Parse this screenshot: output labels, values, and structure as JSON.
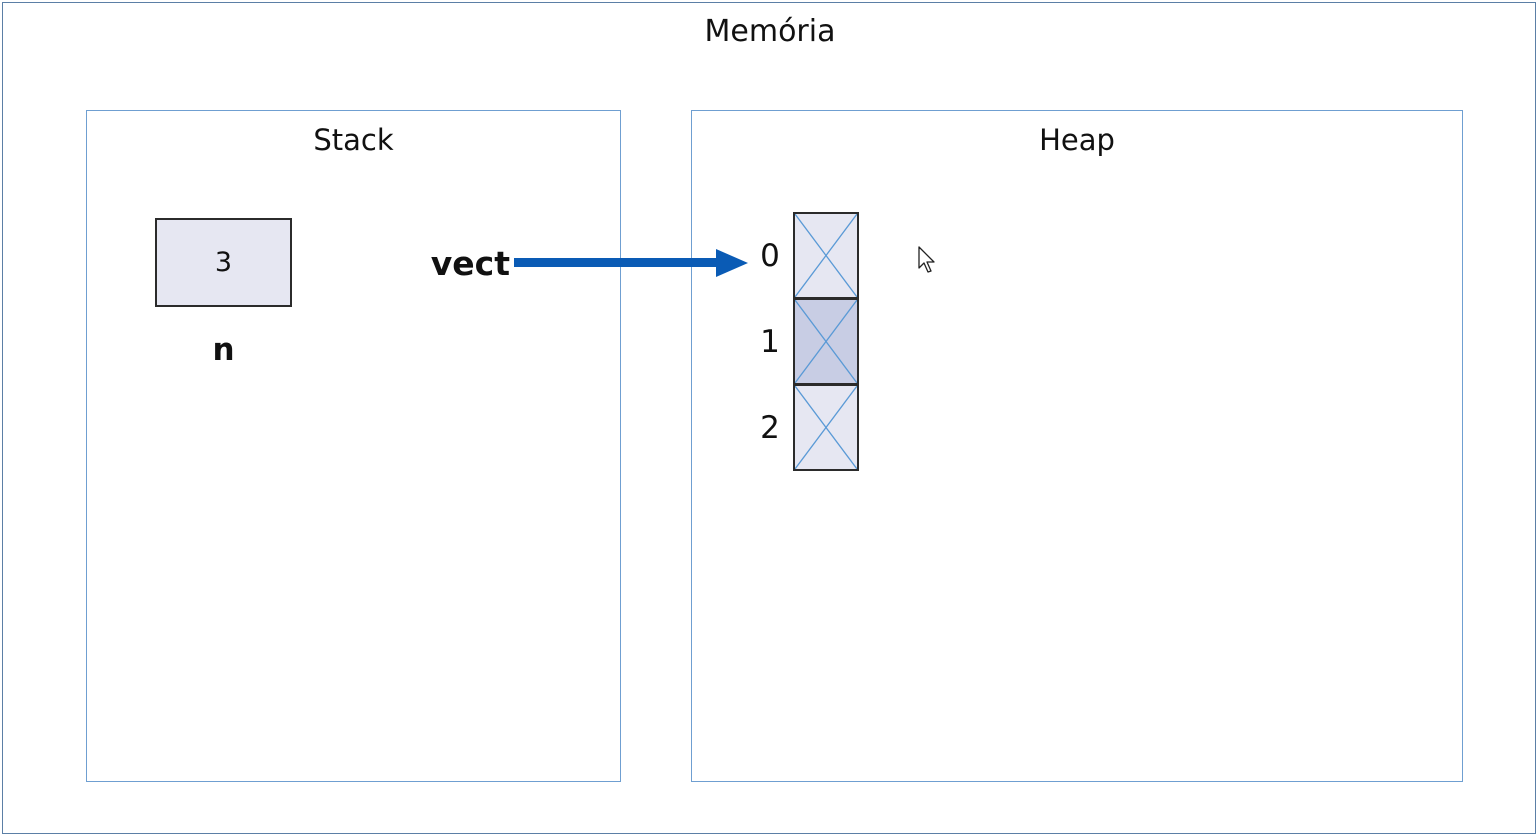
{
  "memory": {
    "title": "Memória"
  },
  "stack": {
    "title": "Stack",
    "variable": {
      "name": "n",
      "value": "3"
    },
    "pointer": {
      "name": "vect"
    }
  },
  "heap": {
    "title": "Heap",
    "array": [
      {
        "index": "0",
        "fill": "#e6e7f2"
      },
      {
        "index": "1",
        "fill": "#c8cde4"
      },
      {
        "index": "2",
        "fill": "#e6e7f2"
      }
    ]
  },
  "colors": {
    "arrow": "#0a5bb5",
    "panel_border": "#6f9fd1",
    "cell_cross": "#5a9ad6"
  }
}
